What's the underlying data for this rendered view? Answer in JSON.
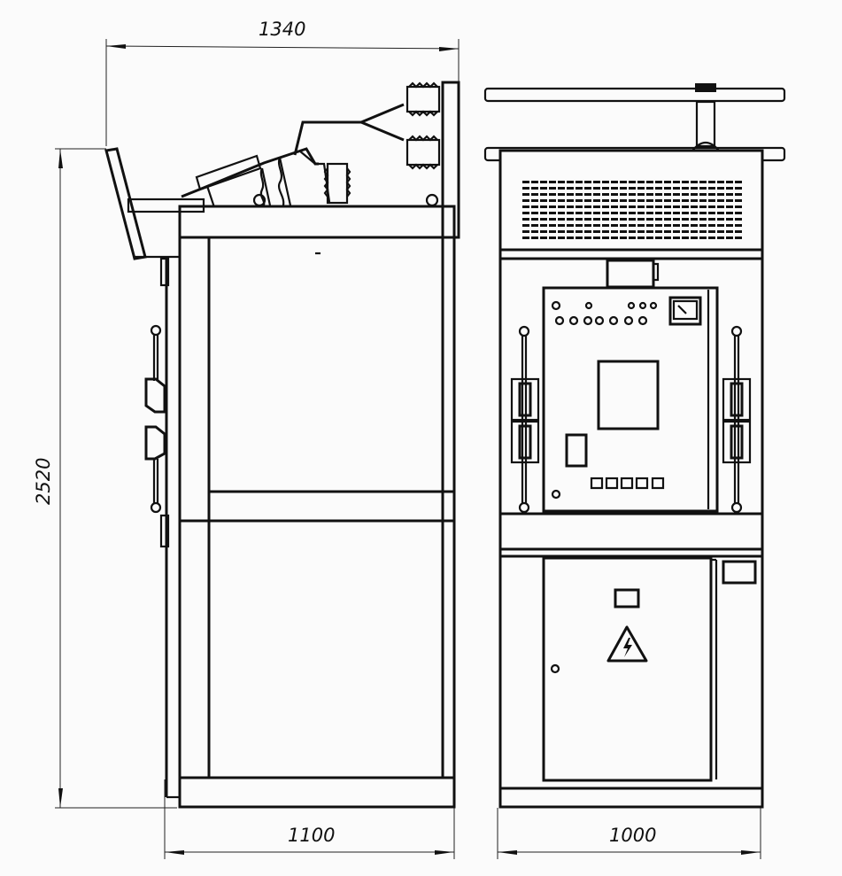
{
  "drawing": {
    "title": "Switchgear cabinet — side and front elevation",
    "views": [
      "side-view",
      "front-view"
    ],
    "line_color": "#111111",
    "background": "#fbfbfb"
  },
  "dimensions": {
    "overall_depth_top": "1340",
    "height": "2520",
    "side_base_width": "1100",
    "front_width": "1000"
  },
  "front_view": {
    "indicator_lamps_row1": 5,
    "indicator_lamps_row2": 7,
    "push_buttons": 5,
    "meter": "analog-gauge",
    "warning_sign": "high-voltage-triangle"
  }
}
